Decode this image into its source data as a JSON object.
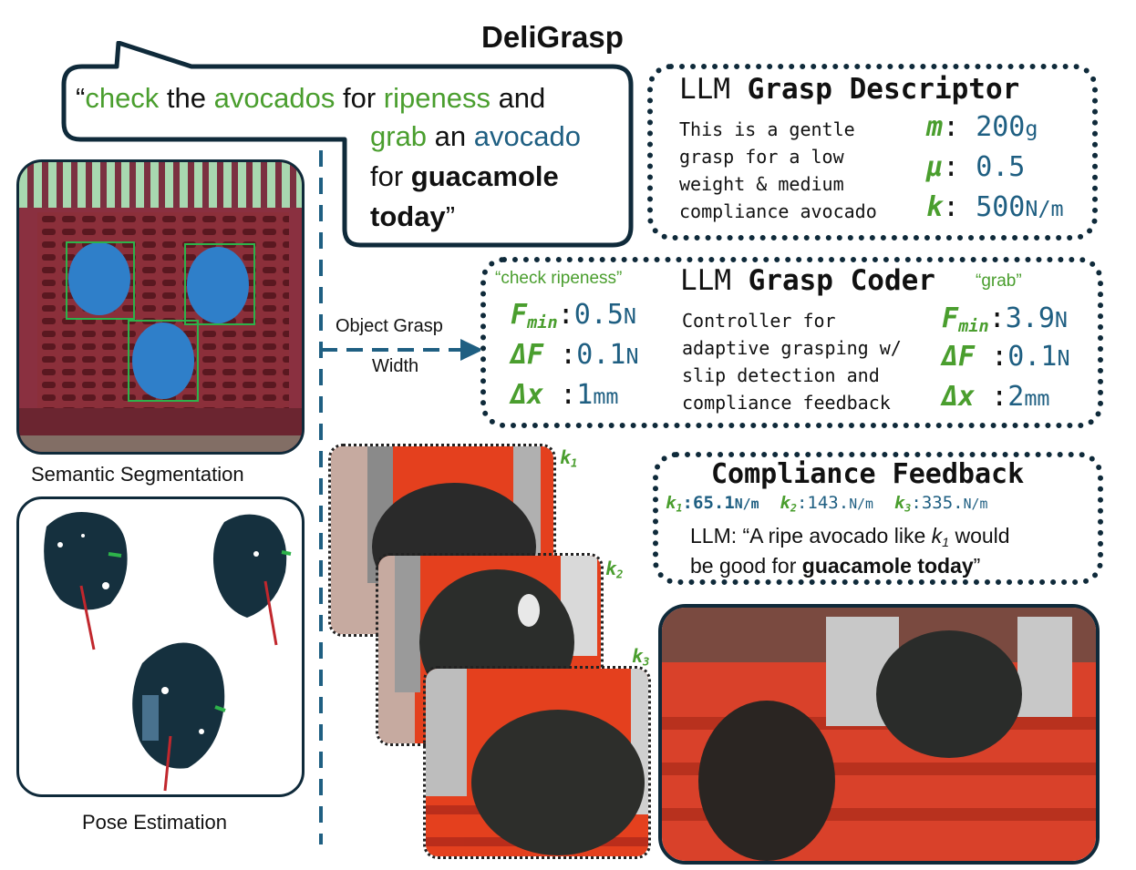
{
  "title": "DeliGrasp",
  "speech": {
    "line1_parts": [
      "“",
      "check",
      " the ",
      "avocados",
      " for ",
      "ripeness",
      " and"
    ],
    "line2_parts": [
      "grab",
      " an ",
      "avocado"
    ],
    "line3_parts": [
      "for ",
      "guacamole"
    ],
    "line4_parts": [
      "today",
      "”"
    ]
  },
  "left_panels": {
    "segmentation_caption": "Semantic Segmentation",
    "pose_caption": "Pose Estimation"
  },
  "arrow_label": [
    "Object Grasp",
    "Width"
  ],
  "descriptor": {
    "title_plain": "LLM ",
    "title_bold": "Grasp Descriptor",
    "description": [
      "This is a gentle",
      "grasp for a low",
      "weight & medium",
      "compliance avocado"
    ],
    "params": [
      {
        "symbol": "m",
        "value": "200",
        "unit": "g"
      },
      {
        "symbol": "μ",
        "value": "0.5",
        "unit": ""
      },
      {
        "symbol": "k",
        "value": "500",
        "unit": "N/m"
      }
    ]
  },
  "coder": {
    "left_tag": "“check ripeness”",
    "right_tag": "“grab”",
    "title_plain": "LLM ",
    "title_bold": "Grasp Coder",
    "description": [
      "Controller for",
      "adaptive grasping w/",
      "slip detection and",
      "compliance feedback"
    ],
    "left_params": [
      {
        "symbol": "F",
        "sub": "min",
        "value": "0.5",
        "unit": "N"
      },
      {
        "symbol": "ΔF",
        "sub": "",
        "value": "0.1",
        "unit": "N"
      },
      {
        "symbol": "Δx",
        "sub": "",
        "value": "1",
        "unit": "mm"
      }
    ],
    "right_params": [
      {
        "symbol": "F",
        "sub": "min",
        "value": "3.9",
        "unit": "N"
      },
      {
        "symbol": "ΔF",
        "sub": "",
        "value": "0.1",
        "unit": "N"
      },
      {
        "symbol": "Δx",
        "sub": "",
        "value": "2",
        "unit": "mm"
      }
    ]
  },
  "compliance": {
    "title": "Compliance Feedback",
    "k_values": [
      {
        "label": "k",
        "sub": "1",
        "value": "65.1",
        "unit": "N/m"
      },
      {
        "label": "k",
        "sub": "2",
        "value": "143.",
        "unit": "N/m"
      },
      {
        "label": "k",
        "sub": "3",
        "value": "335.",
        "unit": "N/m"
      }
    ],
    "llm_line1_a": "LLM: “A ripe avocado like ",
    "llm_line1_k": "k",
    "llm_line1_sub": "1",
    "llm_line1_b": "  would",
    "llm_line2_a": "be good for ",
    "llm_line2_bold": "guacamole today",
    "llm_line2_end": "”"
  },
  "stack_labels": [
    {
      "k": "k",
      "sub": "1"
    },
    {
      "k": "k",
      "sub": "2"
    },
    {
      "k": "k",
      "sub": "3"
    }
  ]
}
